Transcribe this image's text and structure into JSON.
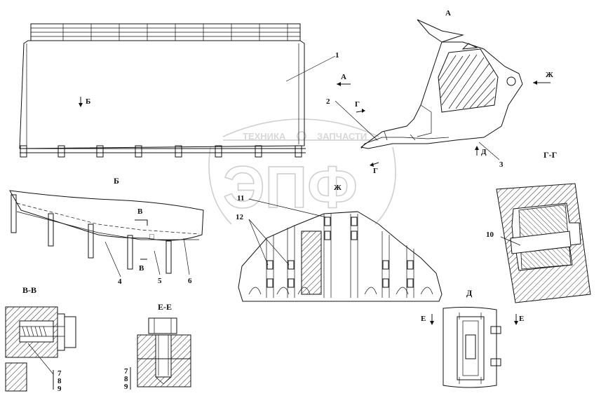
{
  "watermark": {
    "top_text": "ТЕХНИКА",
    "top_text_2": "ЗАПЧАСТИ",
    "logo_text": "ЭПФ"
  },
  "view_labels": {
    "view_a": "А",
    "view_b": "Б",
    "view_b_arrow": "Б",
    "view_a_arrow": "А",
    "view_zh_arrow": "Ж",
    "view_zh_center": "Ж",
    "section_gg": "Г-Г",
    "section_g1": "Г",
    "section_g2": "Г",
    "view_d": "Д",
    "view_d_arrow": "Д",
    "section_vv": "В-В",
    "section_v1": "В",
    "section_v2": "В",
    "section_ee": "Е-Е",
    "section_e1": "Е",
    "section_e2": "Е"
  },
  "part_numbers": {
    "p1": "1",
    "p2": "2",
    "p3": "3",
    "p4": "4",
    "p5": "5",
    "p6": "6",
    "p10": "10",
    "p11": "11",
    "p12": "12",
    "vv7": "7",
    "vv8": "8",
    "vv9": "9",
    "ee7": "7",
    "ee8": "8",
    "ee9": "9"
  }
}
